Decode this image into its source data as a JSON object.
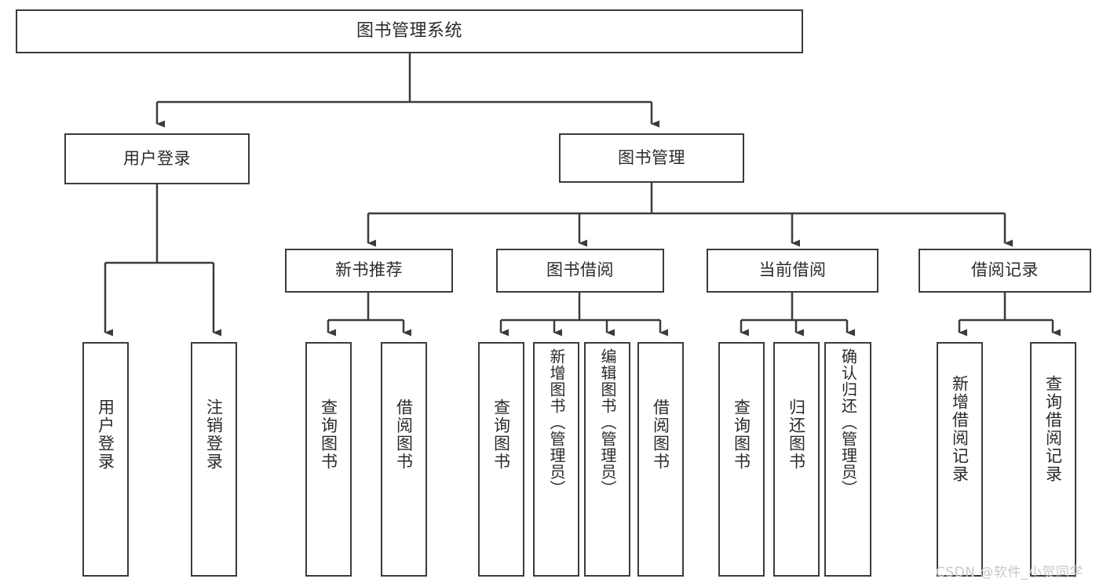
{
  "diagram": {
    "title": "图书管理系统",
    "type": "tree-hierarchy",
    "root": {
      "label": "图书管理系统"
    },
    "level2": [
      {
        "label": "用户登录"
      },
      {
        "label": "图书管理"
      }
    ],
    "level3": [
      {
        "label": "新书推荐"
      },
      {
        "label": "图书借阅"
      },
      {
        "label": "当前借阅"
      },
      {
        "label": "借阅记录"
      }
    ],
    "leaves": {
      "user_login": [
        {
          "label": "用户登录"
        },
        {
          "label": "注销登录"
        }
      ],
      "new_book_recommend": [
        {
          "label": "查询图书"
        },
        {
          "label": "借阅图书"
        }
      ],
      "book_borrow": [
        {
          "label": "查询图书"
        },
        {
          "label": "新增图书（管理员）"
        },
        {
          "label": "编辑图书（管理员）"
        },
        {
          "label": "借阅图书"
        }
      ],
      "current_borrow": [
        {
          "label": "查询图书"
        },
        {
          "label": "归还图书"
        },
        {
          "label": "确认归还（管理员）"
        }
      ],
      "borrow_record": [
        {
          "label": "新增借阅记录"
        },
        {
          "label": "查询借阅记录"
        }
      ]
    }
  },
  "watermark": {
    "text": "CSDN @软件_小贺同学"
  },
  "colors": {
    "stroke": "#3b3b3b",
    "text": "#2b2b2b",
    "background": "#ffffff",
    "watermark": "#c9c9c9"
  }
}
